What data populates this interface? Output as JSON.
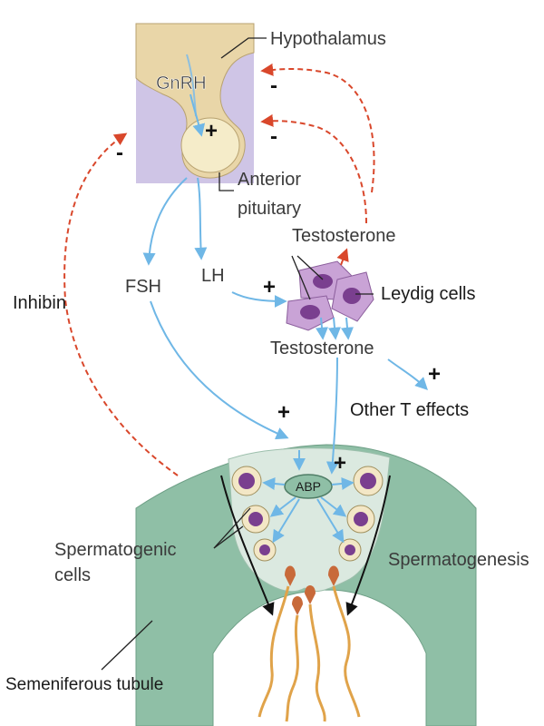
{
  "labels": {
    "hypothalamus": "Hypothalamus",
    "gnrh": "GnRH",
    "anterior": "Anterior",
    "pituitary": "pituitary",
    "testosterone_top": "Testosterone",
    "fsh": "FSH",
    "lh": "LH",
    "leydig": "Leydig cells",
    "testosterone_mid": "Testosterone",
    "other_t": "Other T effects",
    "inhibin": "Inhibin",
    "abp": "ABP",
    "spermatogenic_1": "Spermatogenic",
    "spermatogenic_2": "cells",
    "spermatogenesis": "Spermatogenesis",
    "tubule": "Semeniferous tubule"
  },
  "signs": {
    "plus": "+",
    "minus": "-"
  },
  "colors": {
    "stimulation_arrow": "#6fb7e6",
    "inhibition_arrow": "#d9472b",
    "tubule": "#8fbfa6",
    "sertoli": "#dbe9e0",
    "hypothalamus_fill": "#e9d6a8",
    "pituitary_bg": "#cfc5e6",
    "leydig": "#c9a3d6"
  }
}
